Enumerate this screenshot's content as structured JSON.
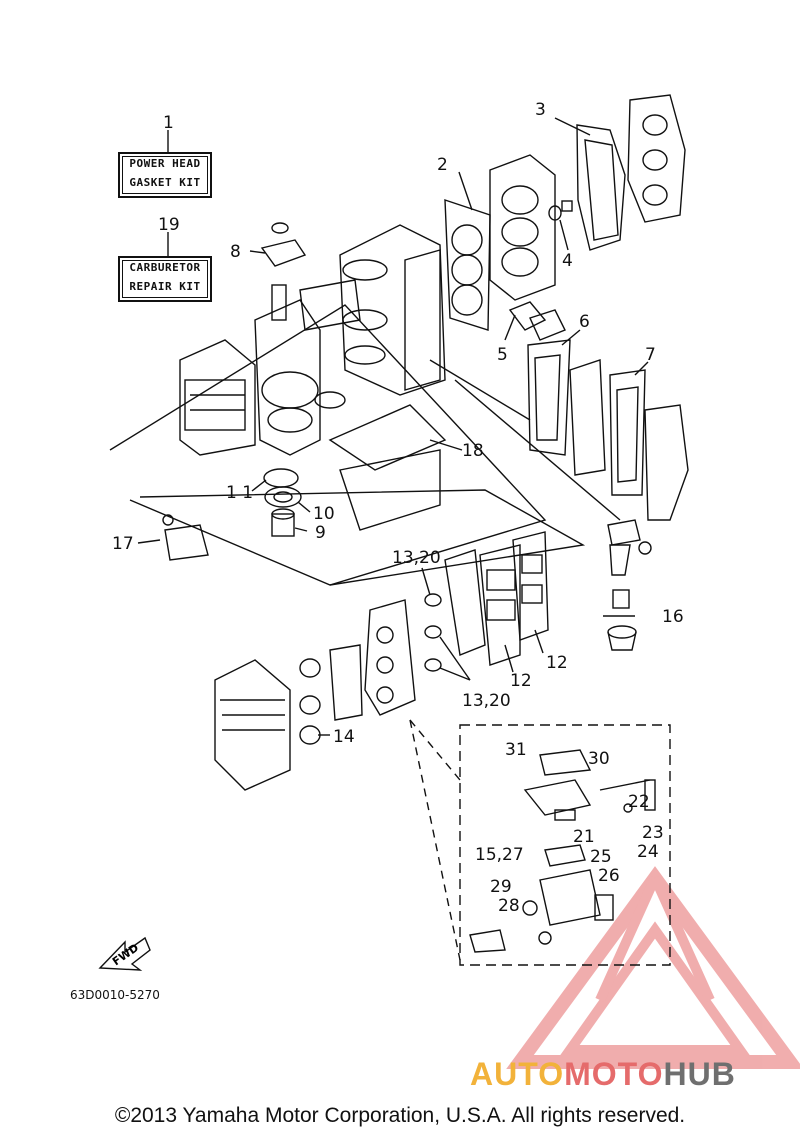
{
  "kits": {
    "power_head_number": "1",
    "power_head_line1": "POWER HEAD",
    "power_head_line2": "GASKET KIT",
    "carburetor_number": "19",
    "carburetor_line1": "CARBURETOR",
    "carburetor_line2": "REPAIR KIT"
  },
  "callouts": {
    "c2": "2",
    "c3": "3",
    "c4": "4",
    "c5": "5",
    "c6": "6",
    "c7": "7",
    "c8": "8",
    "c9": "9",
    "c10": "10",
    "c11": "1 1",
    "c12a": "12",
    "c12b": "12",
    "c13a": "13,20",
    "c13b": "13,20",
    "c14": "14",
    "c15": "15,27",
    "c16": "16",
    "c17": "17",
    "c18": "18",
    "c21": "21",
    "c22": "22",
    "c23": "23",
    "c24": "24",
    "c25": "25",
    "c26": "26",
    "c28": "28",
    "c29": "29",
    "c30": "30",
    "c31": "31"
  },
  "fwd_label": "FWD",
  "part_code": "63D0010-5270",
  "copyright": "©2013 Yamaha Motor Corporation, U.S.A. All rights reserved.",
  "watermark": {
    "part1": "AUTO",
    "part2": "MOTO",
    "part3": "HUB"
  },
  "colors": {
    "line": "#111111",
    "watermark_red": "#e56b6b",
    "watermark_orange": "#f2b23a",
    "watermark_gray": "#6f6f6f"
  }
}
